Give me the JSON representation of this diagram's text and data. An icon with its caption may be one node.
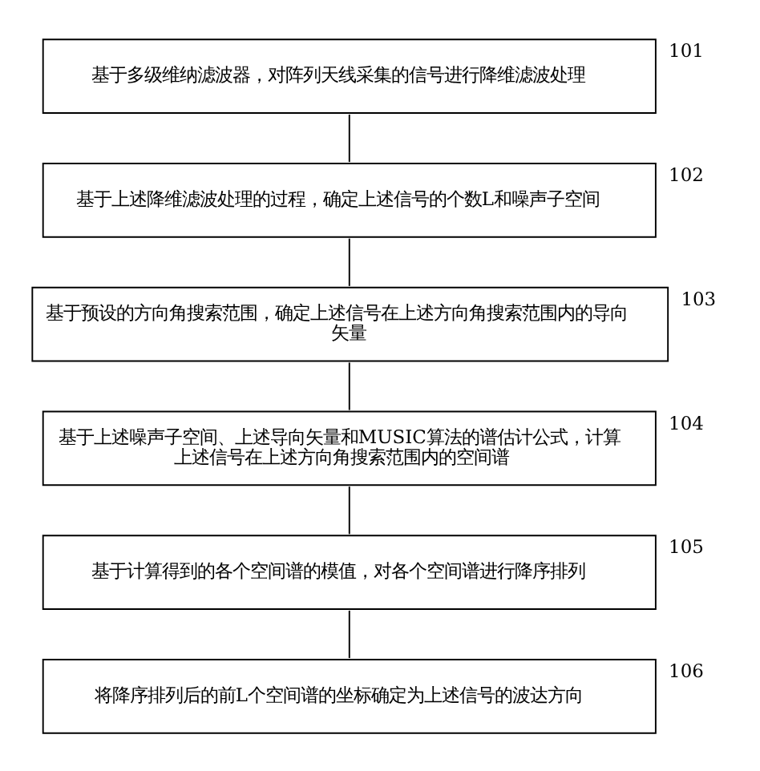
{
  "diagram": {
    "nodes": [
      {
        "text": [
          "基于多级维纳滤波器，对阵列天线采集的信号进行降维滤波处理"
        ],
        "beside": [
          "101"
        ]
      },
      {
        "text": [
          "基于上述降维滤波处理的过程，确定上述信号的个数L和噪声子空间"
        ],
        "beside": [
          "102"
        ]
      },
      {
        "text": [
          "基于预设的方向角搜索范围，确定上述信号在上述方向角搜索范围内的导向矢量"
        ],
        "beside": [
          "103"
        ]
      },
      {
        "text": [
          "基于上述噪声子空间、上述导向矢量和MUSIC算法的谱估计公式，计算上述信号在上述方向角搜索范围内的空间谱"
        ],
        "beside": [
          "104"
        ]
      },
      {
        "text": [
          "基于计算得到的各个空间谱的模值，对各个空间谱进行降序排列"
        ],
        "beside": [
          "105"
        ]
      },
      {
        "text": [
          "将降序排列后的前L个空间谱的坐标确定为上述信号的波达方向"
        ],
        "beside": [
          "106"
        ]
      }
    ],
    "edges": [
      {
        "from": 0,
        "to": 1,
        "arrow": "none"
      },
      {
        "from": 1,
        "to": 2,
        "arrow": "none"
      },
      {
        "from": 2,
        "to": 3,
        "arrow": "none"
      },
      {
        "from": 3,
        "to": 4,
        "arrow": "none"
      },
      {
        "from": 4,
        "to": 5,
        "arrow": "none"
      }
    ]
  }
}
